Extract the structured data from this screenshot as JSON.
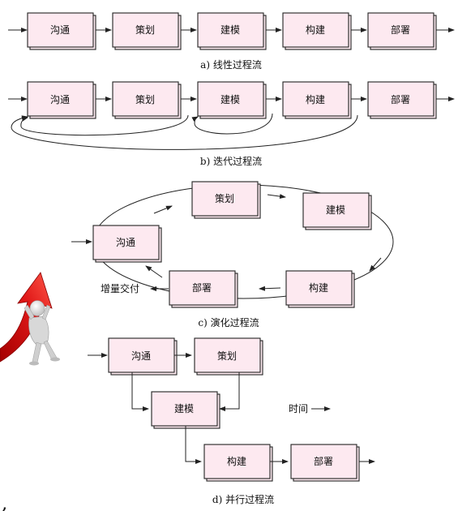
{
  "stages": {
    "communication": "沟通",
    "planning": "策划",
    "modeling": "建模",
    "construction": "构建",
    "deployment": "部署"
  },
  "captions": {
    "linear": "a) 线性过程流",
    "iterative": "b) 迭代过程流",
    "evolutionary": "c) 演化过程流",
    "parallel": "d) 并行过程流"
  },
  "labels": {
    "incremental_delivery": "增量交付",
    "time": "时间"
  },
  "illustration": {
    "name": "person-pushing-red-arrow"
  }
}
